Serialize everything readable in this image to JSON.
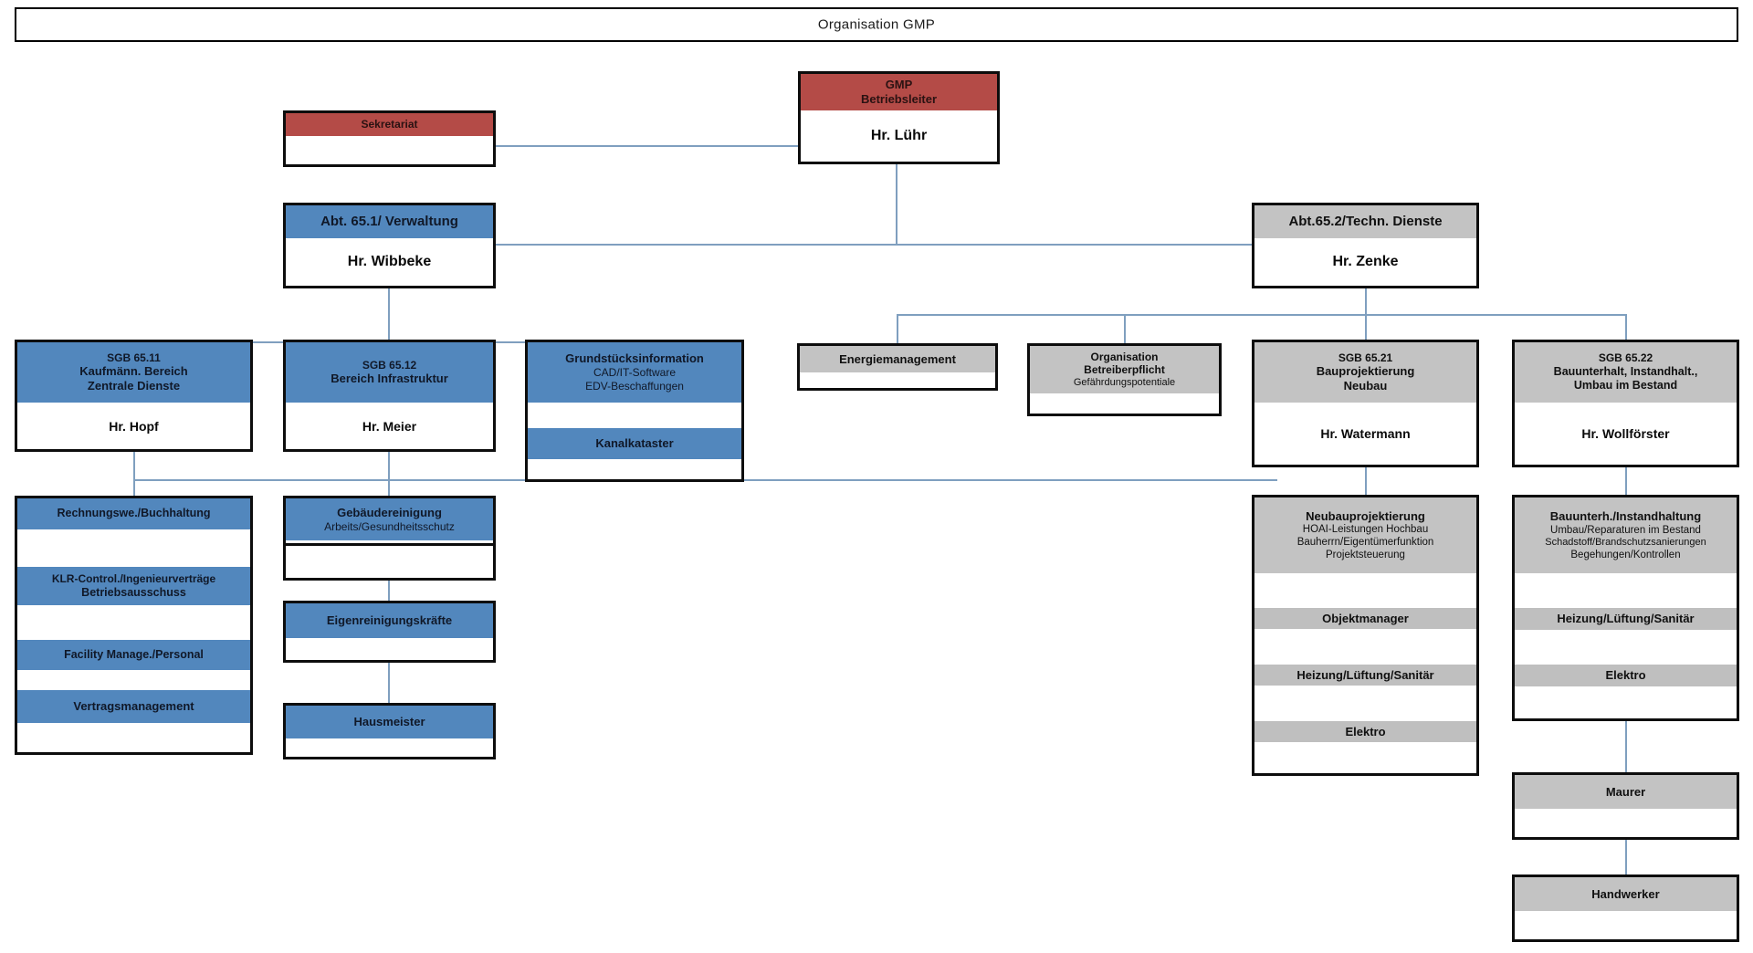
{
  "header": {
    "title": "Organisation  GMP"
  },
  "colors": {
    "executive": "#b44b47",
    "administration": "#5287bd",
    "technical": "#c3c3c3",
    "connector": "#7f9fbf",
    "border": "#0d0d0d"
  },
  "nodes": {
    "betriebsleiter": {
      "header_lines": [
        "GMP",
        "Betriebsleiter"
      ],
      "person": "Hr. Lühr"
    },
    "sekretariat": {
      "header_lines": [
        "Sekretariat"
      ],
      "person": ""
    },
    "abt651": {
      "header_lines": [
        "Abt. 65.1/ Verwaltung"
      ],
      "person": "Hr. Wibbeke"
    },
    "abt652": {
      "header_lines": [
        "Abt.65.2/Techn. Dienste"
      ],
      "person": "Hr. Zenke"
    },
    "sgb6511": {
      "header_lines": [
        "SGB 65.11",
        "Kaufmänn. Bereich",
        "Zentrale Dienste"
      ],
      "person": "Hr. Hopf"
    },
    "sgb6512": {
      "header_lines": [
        "SGB 65.12",
        "Bereich Infrastruktur"
      ],
      "person": "Hr. Meier"
    },
    "grundstuecksinformation": {
      "header_lines": [
        "Grundstücksinformation",
        "CAD/IT-Software",
        "EDV-Beschaffungen"
      ],
      "sub_band": "Kanalkataster"
    },
    "energiemanagement": {
      "header_lines": [
        "Energiemanagement"
      ]
    },
    "organisation_betreiberpflicht": {
      "header_lines": [
        "Organisation",
        "Betreiberpflicht",
        "Gefährdungspotentiale"
      ]
    },
    "sgb6521": {
      "header_lines": [
        "SGB 65.21",
        "Bauprojektierung",
        "Neubau"
      ],
      "person": "Hr. Watermann"
    },
    "sgb6522": {
      "header_lines": [
        "SGB 65.22",
        "Bauunterhalt, Instandhalt.,",
        "Umbau im Bestand"
      ],
      "person": "Hr. Wollförster"
    },
    "rechnungswesen": {
      "header_lines": [
        "Rechnungswe./Buchhaltung"
      ]
    },
    "klr_control": {
      "header_lines": [
        "KLR-Control./Ingenieurverträge",
        "Betriebsausschuss"
      ]
    },
    "facility_management": {
      "header_lines": [
        "Facility Manage./Personal"
      ]
    },
    "vertragsmanagement": {
      "header_lines": [
        "Vertragsmanagement"
      ]
    },
    "gebaeudereinigung": {
      "header_lines": [
        "Gebäudereinigung",
        "Arbeits/Gesundheitsschutz"
      ]
    },
    "eigenreinigungskraefte": {
      "header_lines": [
        "Eigenreinigungskräfte"
      ]
    },
    "hausmeister": {
      "header_lines": [
        "Hausmeister"
      ]
    },
    "neubauprojektierung": {
      "header_lines": [
        "Neubauprojektierung",
        "HOAI-Leistungen  Hochbau",
        "Bauherrn/Eigentümerfunktion",
        "Projektsteuerung"
      ],
      "band_objektmanager": "Objektmanager",
      "band_hls": "Heizung/Lüftung/Sanitär",
      "band_elektro": "Elektro"
    },
    "bauunterhaltung": {
      "header_lines": [
        "Bauunterh./Instandhaltung",
        "Umbau/Reparaturen im Bestand",
        "Schadstoff/Brandschutzsanierungen",
        "Begehungen/Kontrollen"
      ],
      "band_hls": "Heizung/Lüftung/Sanitär",
      "band_elektro": "Elektro"
    },
    "maurer": {
      "header_lines": [
        "Maurer"
      ]
    },
    "handwerker": {
      "header_lines": [
        "Handwerker"
      ]
    }
  }
}
